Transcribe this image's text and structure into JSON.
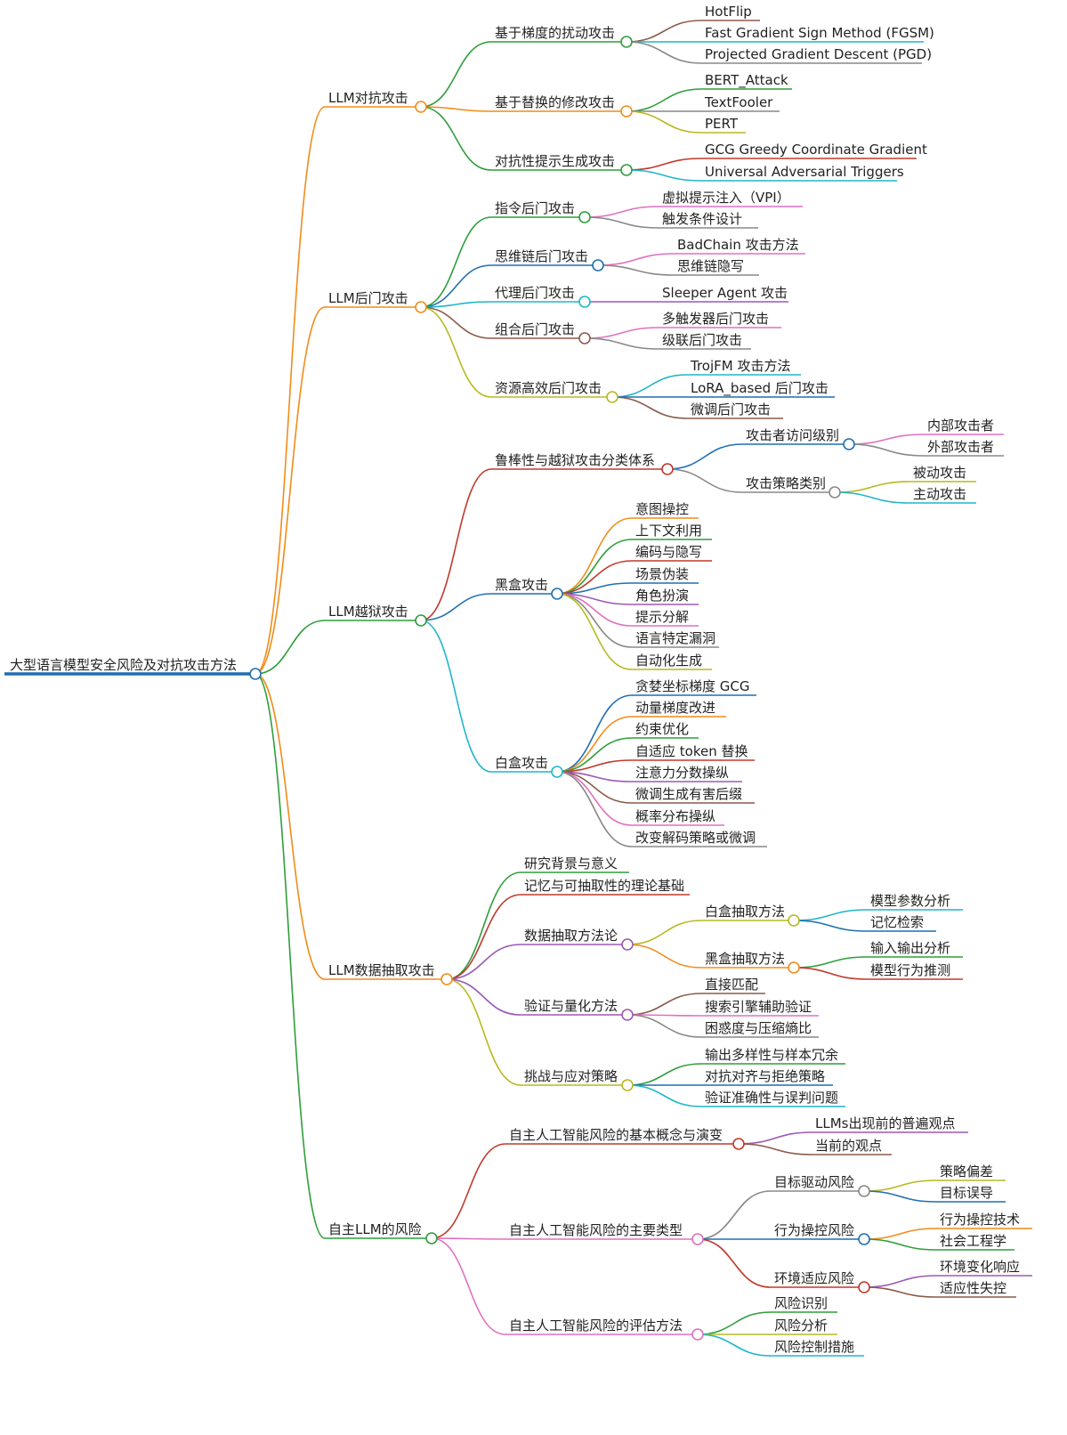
{
  "colors": {
    "root": "#1f6fb2",
    "orange": "#f08c1a",
    "green": "#2e9e3a",
    "red": "#c0392b",
    "blue": "#1f6fb2",
    "cyan": "#1fb6c8",
    "purple": "#9b59b6",
    "pink": "#e070c0",
    "brown": "#8b5a4a",
    "olive": "#b8b820",
    "gray": "#888888"
  },
  "mindmap": {
    "label": "大型语言模型安全风险及对抗攻击方法",
    "children": [
      {
        "label": "LLM对抗攻击",
        "color": "orange",
        "children": [
          {
            "label": "基于梯度的扰动攻击",
            "color": "green",
            "children": [
              {
                "label": "HotFlip",
                "color": "brown"
              },
              {
                "label": "Fast Gradient Sign Method (FGSM)",
                "color": "cyan"
              },
              {
                "label": "Projected Gradient Descent (PGD)",
                "color": "gray"
              }
            ]
          },
          {
            "label": "基于替换的修改攻击",
            "color": "orange",
            "children": [
              {
                "label": "BERT_Attack",
                "color": "green"
              },
              {
                "label": "TextFooler",
                "color": "gray"
              },
              {
                "label": "PERT",
                "color": "olive"
              }
            ]
          },
          {
            "label": "对抗性提示生成攻击",
            "color": "green",
            "children": [
              {
                "label": "GCG Greedy Coordinate Gradient",
                "color": "red"
              },
              {
                "label": "Universal Adversarial Triggers",
                "color": "cyan"
              }
            ]
          }
        ]
      },
      {
        "label": "LLM后门攻击",
        "color": "orange",
        "children": [
          {
            "label": "指令后门攻击",
            "color": "green",
            "children": [
              {
                "label": "虚拟提示注入（VPI）",
                "color": "pink"
              },
              {
                "label": "触发条件设计",
                "color": "gray"
              }
            ]
          },
          {
            "label": "思维链后门攻击",
            "color": "blue",
            "children": [
              {
                "label": "BadChain 攻击方法",
                "color": "pink"
              },
              {
                "label": "思维链隐写",
                "color": "gray"
              }
            ]
          },
          {
            "label": "代理后门攻击",
            "color": "cyan",
            "children": [
              {
                "label": "Sleeper Agent 攻击",
                "color": "purple"
              }
            ]
          },
          {
            "label": "组合后门攻击",
            "color": "brown",
            "children": [
              {
                "label": "多触发器后门攻击",
                "color": "pink"
              },
              {
                "label": "级联后门攻击",
                "color": "gray"
              }
            ]
          },
          {
            "label": "资源高效后门攻击",
            "color": "olive",
            "children": [
              {
                "label": "TrojFM 攻击方法",
                "color": "cyan"
              },
              {
                "label": "LoRA_based 后门攻击",
                "color": "blue"
              },
              {
                "label": "微调后门攻击",
                "color": "brown"
              }
            ]
          }
        ]
      },
      {
        "label": "LLM越狱攻击",
        "color": "green",
        "children": [
          {
            "label": "鲁棒性与越狱攻击分类体系",
            "color": "red",
            "children": [
              {
                "label": "攻击者访问级别",
                "color": "blue",
                "children": [
                  {
                    "label": "内部攻击者",
                    "color": "pink"
                  },
                  {
                    "label": "外部攻击者",
                    "color": "gray"
                  }
                ]
              },
              {
                "label": "攻击策略类别",
                "color": "gray",
                "children": [
                  {
                    "label": "被动攻击",
                    "color": "olive"
                  },
                  {
                    "label": "主动攻击",
                    "color": "cyan"
                  }
                ]
              }
            ]
          },
          {
            "label": "黑盒攻击",
            "color": "blue",
            "children": [
              {
                "label": "意图操控",
                "color": "orange"
              },
              {
                "label": "上下文利用",
                "color": "green"
              },
              {
                "label": "编码与隐写",
                "color": "red"
              },
              {
                "label": "场景伪装",
                "color": "blue"
              },
              {
                "label": "角色扮演",
                "color": "purple"
              },
              {
                "label": "提示分解",
                "color": "pink"
              },
              {
                "label": "语言特定漏洞",
                "color": "gray"
              },
              {
                "label": "自动化生成",
                "color": "olive"
              }
            ]
          },
          {
            "label": "白盒攻击",
            "color": "cyan",
            "children": [
              {
                "label": "贪婪坐标梯度 GCG",
                "color": "blue"
              },
              {
                "label": "动量梯度改进",
                "color": "orange"
              },
              {
                "label": "约束优化",
                "color": "green"
              },
              {
                "label": "自适应 token 替换",
                "color": "red"
              },
              {
                "label": "注意力分数操纵",
                "color": "purple"
              },
              {
                "label": "微调生成有害后缀",
                "color": "brown"
              },
              {
                "label": "概率分布操纵",
                "color": "pink"
              },
              {
                "label": "改变解码策略或微调",
                "color": "gray"
              }
            ]
          }
        ]
      },
      {
        "label": "LLM数据抽取攻击",
        "color": "orange",
        "children": [
          {
            "label": "研究背景与意义",
            "color": "green"
          },
          {
            "label": "记忆与可抽取性的理论基础",
            "color": "red"
          },
          {
            "label": "数据抽取方法论",
            "color": "purple",
            "children": [
              {
                "label": "白盒抽取方法",
                "color": "olive",
                "children": [
                  {
                    "label": "模型参数分析",
                    "color": "cyan"
                  },
                  {
                    "label": "记忆检索",
                    "color": "blue"
                  }
                ]
              },
              {
                "label": "黑盒抽取方法",
                "color": "orange",
                "children": [
                  {
                    "label": "输入输出分析",
                    "color": "green"
                  },
                  {
                    "label": "模型行为推测",
                    "color": "red"
                  }
                ]
              }
            ]
          },
          {
            "label": "验证与量化方法",
            "color": "purple",
            "children": [
              {
                "label": "直接匹配",
                "color": "brown"
              },
              {
                "label": "搜索引擎辅助验证",
                "color": "pink"
              },
              {
                "label": "困惑度与压缩熵比",
                "color": "gray"
              }
            ]
          },
          {
            "label": "挑战与应对策略",
            "color": "olive",
            "children": [
              {
                "label": "输出多样性与样本冗余",
                "color": "green"
              },
              {
                "label": "对抗对齐与拒绝策略",
                "color": "blue"
              },
              {
                "label": "验证准确性与误判问题",
                "color": "cyan"
              }
            ]
          }
        ]
      },
      {
        "label": "自主LLM的风险",
        "color": "green",
        "children": [
          {
            "label": "自主人工智能风险的基本概念与演变",
            "color": "red",
            "children": [
              {
                "label": "LLMs出现前的普遍观点",
                "color": "purple"
              },
              {
                "label": "当前的观点",
                "color": "brown"
              }
            ]
          },
          {
            "label": "自主人工智能风险的主要类型",
            "color": "pink",
            "children": [
              {
                "label": "目标驱动风险",
                "color": "gray",
                "children": [
                  {
                    "label": "策略偏差",
                    "color": "olive"
                  },
                  {
                    "label": "目标误导",
                    "color": "blue"
                  }
                ]
              },
              {
                "label": "行为操控风险",
                "color": "blue",
                "children": [
                  {
                    "label": "行为操控技术",
                    "color": "orange"
                  },
                  {
                    "label": "社会工程学",
                    "color": "green"
                  }
                ]
              },
              {
                "label": "环境适应风险",
                "color": "red",
                "children": [
                  {
                    "label": "环境变化响应",
                    "color": "purple"
                  },
                  {
                    "label": "适应性失控",
                    "color": "brown"
                  }
                ]
              }
            ]
          },
          {
            "label": "自主人工智能风险的评估方法",
            "color": "pink",
            "children": [
              {
                "label": "风险识别",
                "color": "green"
              },
              {
                "label": "风险分析",
                "color": "olive"
              },
              {
                "label": "风险控制措施",
                "color": "cyan"
              }
            ]
          }
        ]
      }
    ]
  }
}
